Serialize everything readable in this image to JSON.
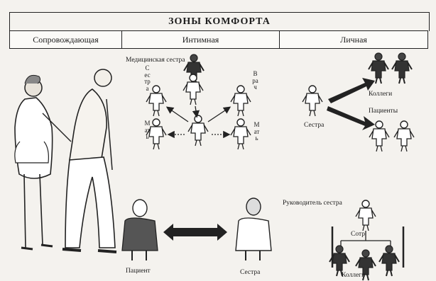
{
  "title": "ЗОНЫ КОМФОРТА",
  "columns": [
    "Сопровождающая",
    "Интимная",
    "Личная"
  ],
  "intimate": {
    "top_label": "Медицинская сестра",
    "left_upper_label": "Сестра",
    "right_upper_label": "Врач",
    "left_lower_label": "Мать",
    "right_lower_label": "Мать"
  },
  "personal": {
    "patients_top_label": "Коллеги",
    "patients_label": "Пациенты",
    "nurse_label": "Сестра"
  },
  "bottom_middle": {
    "patient_label": "Пациент",
    "nurse_label": "Сестра"
  },
  "bottom_right": {
    "top_label": "Руководитель сестра",
    "mid_label": "Сотр",
    "bottom_label": "Коллеги"
  }
}
